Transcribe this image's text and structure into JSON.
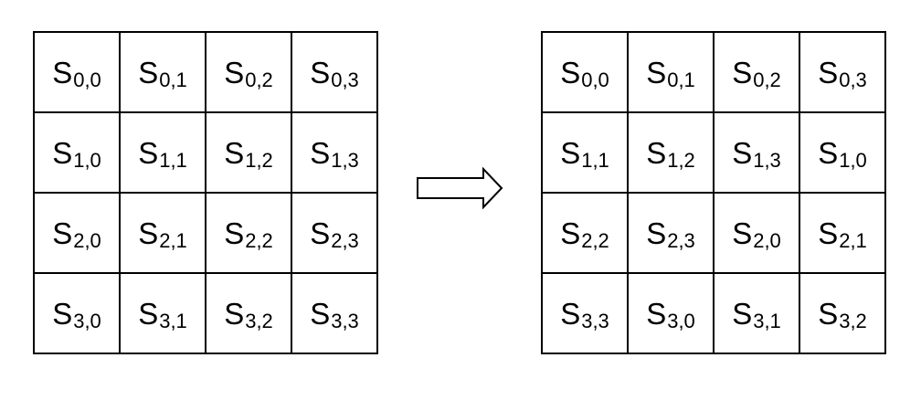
{
  "before_grid": {
    "rows": [
      [
        {
          "base": "S",
          "sub": "0,0"
        },
        {
          "base": "S",
          "sub": "0,1"
        },
        {
          "base": "S",
          "sub": "0,2"
        },
        {
          "base": "S",
          "sub": "0,3"
        }
      ],
      [
        {
          "base": "S",
          "sub": "1,0"
        },
        {
          "base": "S",
          "sub": "1,1"
        },
        {
          "base": "S",
          "sub": "1,2"
        },
        {
          "base": "S",
          "sub": "1,3"
        }
      ],
      [
        {
          "base": "S",
          "sub": "2,0"
        },
        {
          "base": "S",
          "sub": "2,1"
        },
        {
          "base": "S",
          "sub": "2,2"
        },
        {
          "base": "S",
          "sub": "2,3"
        }
      ],
      [
        {
          "base": "S",
          "sub": "3,0"
        },
        {
          "base": "S",
          "sub": "3,1"
        },
        {
          "base": "S",
          "sub": "3,2"
        },
        {
          "base": "S",
          "sub": "3,3"
        }
      ]
    ]
  },
  "after_grid": {
    "rows": [
      [
        {
          "base": "S",
          "sub": "0,0"
        },
        {
          "base": "S",
          "sub": "0,1"
        },
        {
          "base": "S",
          "sub": "0,2"
        },
        {
          "base": "S",
          "sub": "0,3"
        }
      ],
      [
        {
          "base": "S",
          "sub": "1,1"
        },
        {
          "base": "S",
          "sub": "1,2"
        },
        {
          "base": "S",
          "sub": "1,3"
        },
        {
          "base": "S",
          "sub": "1,0"
        }
      ],
      [
        {
          "base": "S",
          "sub": "2,2"
        },
        {
          "base": "S",
          "sub": "2,3"
        },
        {
          "base": "S",
          "sub": "2,0"
        },
        {
          "base": "S",
          "sub": "2,1"
        }
      ],
      [
        {
          "base": "S",
          "sub": "3,3"
        },
        {
          "base": "S",
          "sub": "3,0"
        },
        {
          "base": "S",
          "sub": "3,1"
        },
        {
          "base": "S",
          "sub": "3,2"
        }
      ]
    ]
  },
  "arrow": {
    "icon": "right-arrow-icon",
    "stroke_color": "#000000",
    "fill_color": "#ffffff"
  },
  "colors": {
    "line": "#000000",
    "background": "#ffffff",
    "text": "#000000"
  }
}
